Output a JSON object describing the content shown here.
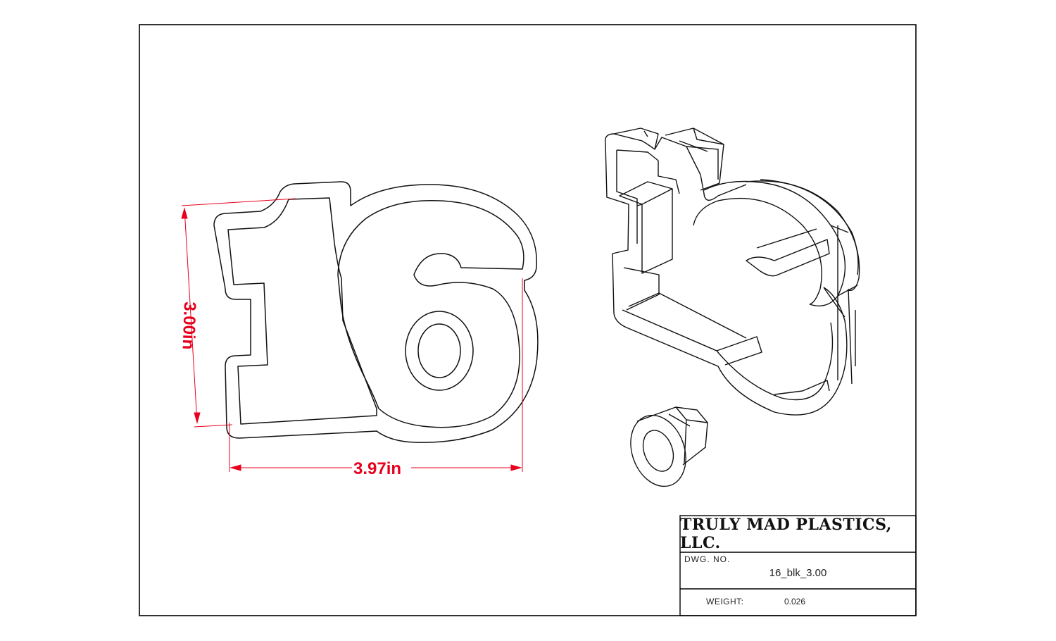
{
  "title_block": {
    "company": "TRULY MAD PLASTICS, LLC.",
    "dwg_no_label": "DWG. NO.",
    "dwg_no_value": "16_blk_3.00",
    "weight_label": "WEIGHT:",
    "weight_value": "0.026"
  },
  "dimensions": {
    "height": "3.00in",
    "width": "3.97in"
  },
  "colors": {
    "dimension": "#e8001c",
    "line": "#111111",
    "border": "#000000"
  }
}
